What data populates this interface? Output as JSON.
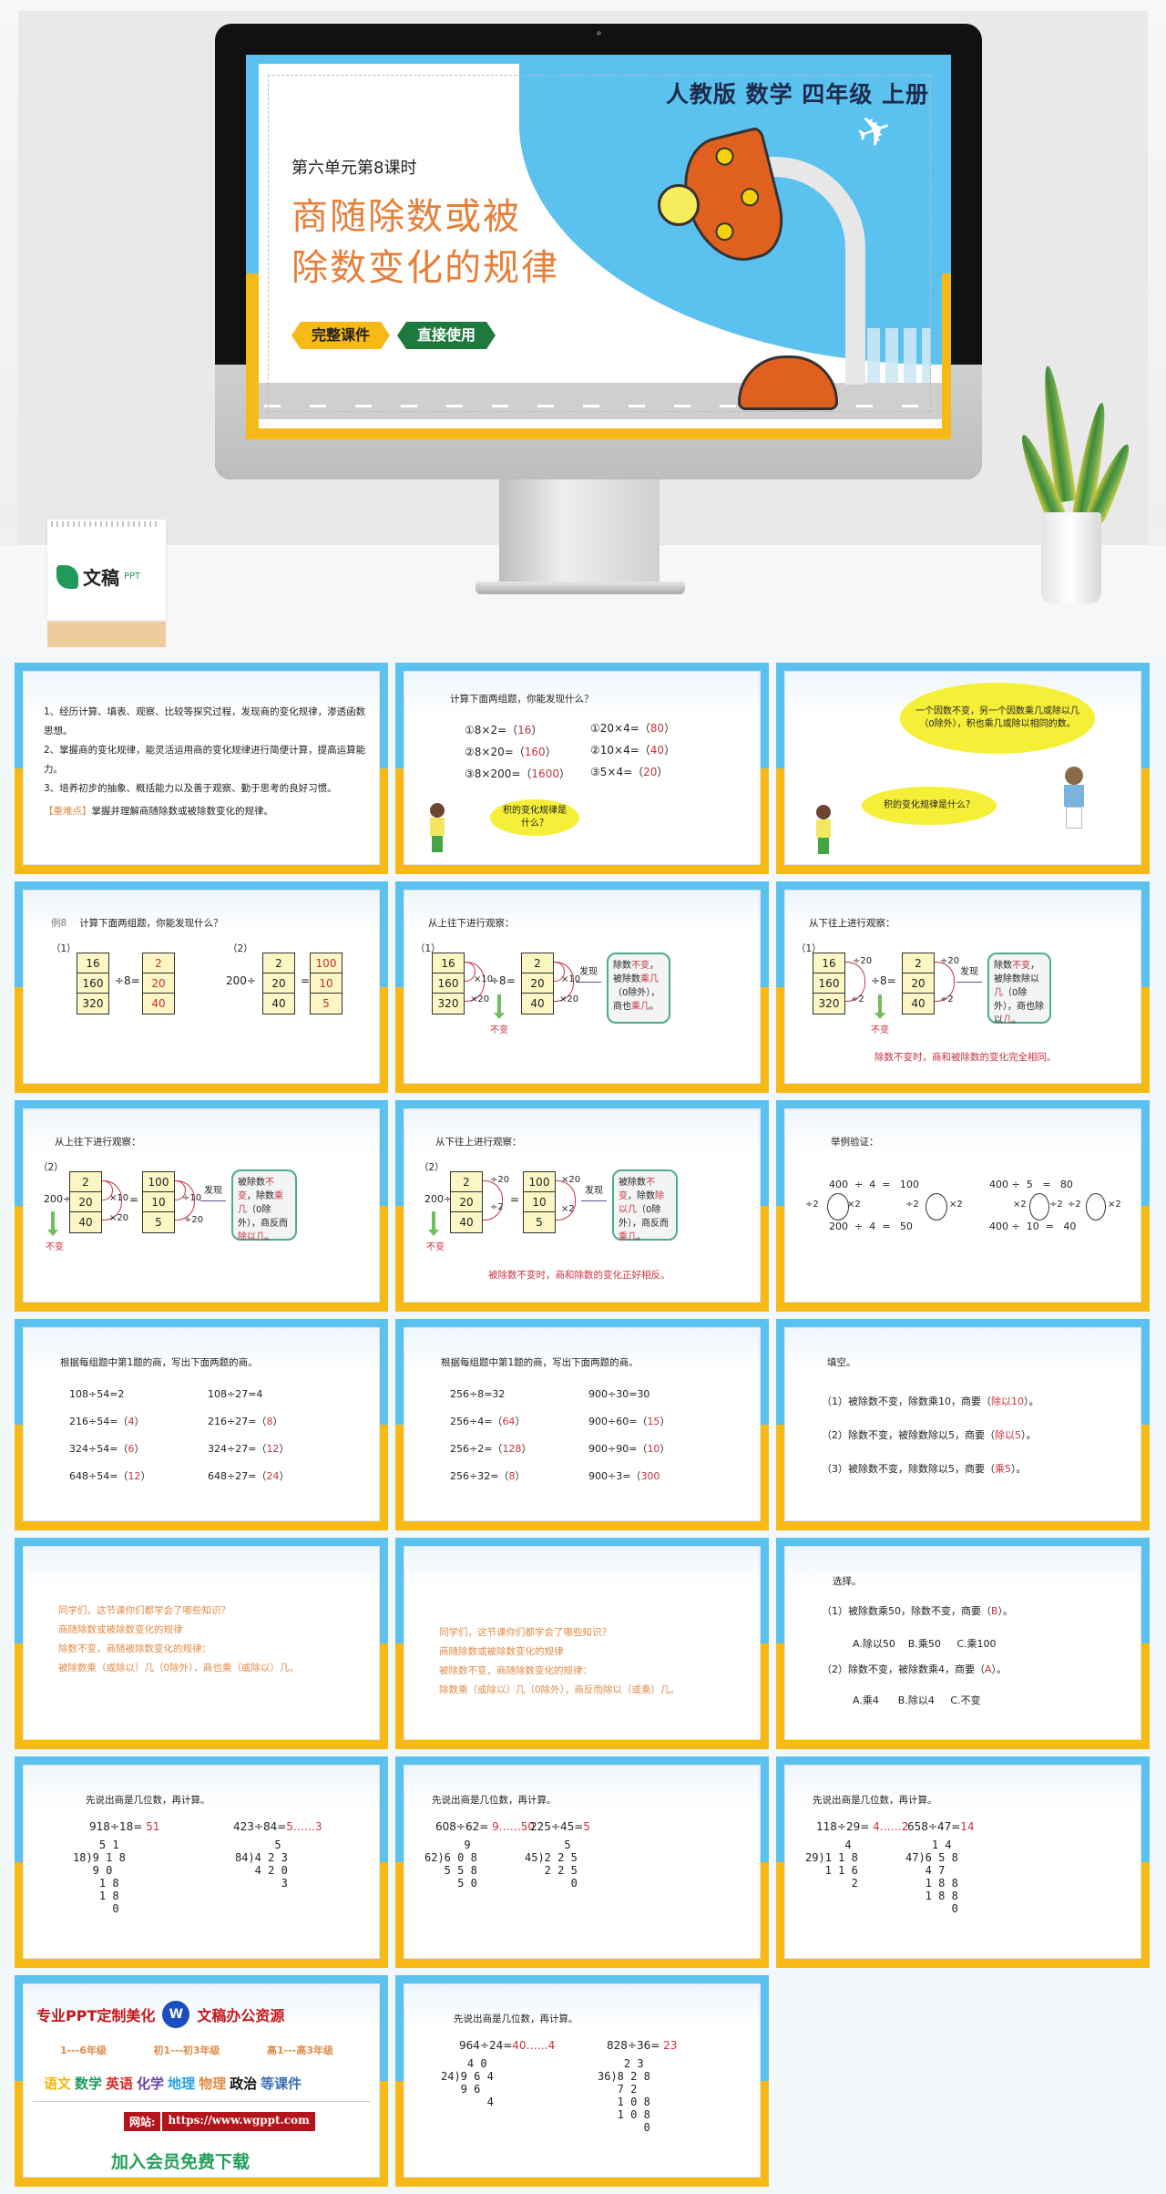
{
  "hero": {
    "edition": "人教版  数学  四年级  上册",
    "unit": "第六单元第8课时",
    "title_line1": "商随除数或被",
    "title_line2": "除数变化的规律",
    "button_full": "完整课件",
    "button_direct": "直接使用",
    "calendar_brand": "文稿",
    "calendar_brand_suffix": "PPT",
    "colors": {
      "sky": "#5bc1ee",
      "yellow": "#f7b916",
      "title_orange": "#e57f39",
      "green": "#1d7a3c"
    }
  },
  "slides": {
    "objectives": {
      "items": [
        "1、经历计算、填表、观察、比较等探究过程，发现商的变化规律，渗透函数思想。",
        "2、掌握商的变化规律，能灵活运用商的变化规律进行简便计算，提高运算能力。",
        "3、培养初步的抽象、概括能力以及善于观察、勤于思考的良好习惯。"
      ],
      "key_label": "【重难点】",
      "key_text": "掌握并理解商随除数或被除数变化的规律。"
    },
    "review": {
      "prompt": "计算下面两组题，你能发现什么？",
      "left": [
        {
          "expr": "①8×2=（",
          "ans": "16",
          "close": "）"
        },
        {
          "expr": "②8×20=（",
          "ans": "160",
          "close": "）"
        },
        {
          "expr": "③8×200=（",
          "ans": "1600",
          "close": "）"
        }
      ],
      "right": [
        {
          "expr": "①20×4=（",
          "ans": "80",
          "close": "）"
        },
        {
          "expr": "②10×4=（",
          "ans": "40",
          "close": "）"
        },
        {
          "expr": "③5×4=（",
          "ans": "20",
          "close": "）"
        }
      ],
      "bubble": "积的变化规律是什么？"
    },
    "rule": {
      "boy_bubble": "一个因数不变，另一个因数乘几或除以几（0除外），积也乘几或除以相同的数。",
      "girl_bubble": "积的变化规律是什么？"
    },
    "example8": {
      "label": "例8",
      "prompt": "计算下面两组题，你能发现什么？",
      "group1_label": "（1）",
      "group1_dividends": [
        "16",
        "160",
        "320"
      ],
      "group1_op": "÷8=",
      "group1_quotients": [
        "2",
        "20",
        "40"
      ],
      "group2_label": "（2）",
      "group2_op": "200÷",
      "group2_divisors": [
        "2",
        "20",
        "40"
      ],
      "group2_eq": "=",
      "group2_quotients": [
        "100",
        "10",
        "5"
      ]
    },
    "observe1_down": {
      "heading": "从上往下进行观察：",
      "label": "（1）",
      "left": [
        "16",
        "160",
        "320"
      ],
      "op": "÷8=",
      "right": [
        "2",
        "20",
        "40"
      ],
      "left_ops": [
        "×10",
        "×20"
      ],
      "right_ops": [
        "×10",
        "×20"
      ],
      "unchanged": "不变",
      "find": "发现",
      "conclusion_parts": [
        "除数",
        "不变",
        "，被除数",
        "乘几",
        "（0除外），商也",
        "乘几",
        "。"
      ]
    },
    "observe1_up": {
      "heading": "从下往上进行观察：",
      "label": "（1）",
      "left": [
        "16",
        "160",
        "320"
      ],
      "op": "÷8=",
      "right": [
        "2",
        "20",
        "40"
      ],
      "left_ops": [
        "÷20",
        "÷2"
      ],
      "right_ops": [
        "÷20",
        "÷2"
      ],
      "unchanged": "不变",
      "find": "发现",
      "conclusion_parts": [
        "除数",
        "不变",
        "，被除数除以",
        "几",
        "（0除外），商也除以",
        "几",
        "。"
      ],
      "summary": "除数不变时，商和被除数的变化完全相同。"
    },
    "observe2_down": {
      "heading": "从上往下进行观察：",
      "label": "（2）",
      "prefix": "200÷",
      "left": [
        "2",
        "20",
        "40"
      ],
      "eq": "=",
      "right": [
        "100",
        "10",
        "5"
      ],
      "left_ops": [
        "×10",
        "×20"
      ],
      "right_ops": [
        "÷10",
        "÷20"
      ],
      "unchanged": "不变",
      "find": "发现",
      "conclusion_parts": [
        "被除数",
        "不变",
        "，除数",
        "乘几",
        "（0除外），商反而",
        "除以几",
        "。"
      ]
    },
    "observe2_up": {
      "heading": "从下往上进行观察：",
      "label": "（2）",
      "prefix": "200÷",
      "left": [
        "2",
        "20",
        "40"
      ],
      "eq": "=",
      "right": [
        "100",
        "10",
        "5"
      ],
      "left_ops": [
        "÷20",
        "÷2"
      ],
      "right_ops": [
        "×20",
        "×2"
      ],
      "unchanged": "不变",
      "find": "发现",
      "conclusion_parts": [
        "被除数",
        "不变",
        "，除数",
        "除以几",
        "（0除外），商反而",
        "乘几",
        "。"
      ],
      "summary": "被除数不变时，商和除数的变化正好相反。"
    },
    "verify": {
      "heading": "举例验证：",
      "left_top": "400  ÷  4  =   100",
      "left_bottom": "200  ÷  4  =   50",
      "left_ops": [
        "÷2",
        "×2",
        "÷2",
        "×2"
      ],
      "right_top": "400 ÷  5   =   80",
      "right_bottom": "400 ÷  10  =   40",
      "right_ops": [
        "×2",
        "÷2",
        "÷2",
        "×2"
      ]
    },
    "practice1": {
      "prompt": "根据每组题中第1题的商，写出下面两题的商。",
      "rows": [
        {
          "l": "108÷54=2",
          "la": "",
          "r": "108÷27=4",
          "ra": ""
        },
        {
          "l": "216÷54=（",
          "la": "4",
          "r": "216÷27=（",
          "ra": "8"
        },
        {
          "l": "324÷54=（",
          "la": "6",
          "r": "324÷27=（",
          "ra": "12"
        },
        {
          "l": "648÷54=（",
          "la": "12",
          "r": "648÷27=（",
          "ra": "24"
        }
      ]
    },
    "practice2": {
      "prompt": "根据每组题中第1题的商，写出下面两题的商。",
      "rows": [
        {
          "l": "256÷8=32",
          "la": "",
          "r": "900÷30=30",
          "ra": ""
        },
        {
          "l": "256÷4=（",
          "la": "64",
          "r": "900÷60=（",
          "ra": "15"
        },
        {
          "l": "256÷2=（",
          "la": "128",
          "r": "900÷90=（",
          "ra": "10"
        },
        {
          "l": "256÷32=（",
          "la": "8",
          "r": "900÷3=（",
          "ra": "300"
        }
      ]
    },
    "fill": {
      "heading": "填空。",
      "items": [
        {
          "q": "（1）被除数不变，除数乘10，商要（",
          "a": "除以10",
          "end": "）。"
        },
        {
          "q": "（2）除数不变，被除数除以5，商要（",
          "a": "除以5",
          "end": "）。"
        },
        {
          "q": "（3）被除数不变，除数除以5，商要（",
          "a": "乘5",
          "end": "）。"
        }
      ]
    },
    "summary1": {
      "lines": [
        "同学们，这节课你们都学会了哪些知识？",
        "商随除数或被除数变化的规律",
        "除数不变，商随被除数变化的规律：",
        "被除数乘（或除以）几（0除外），商也乘（或除以）几。"
      ]
    },
    "summary2": {
      "lines": [
        "同学们，这节课你们都学会了哪些知识？",
        "商随除数或被除数变化的规律",
        "被除数不变，商随除数变化的规律：",
        "除数乘（或除以）几（0除外），商反而除以（或乘）几。"
      ]
    },
    "choose": {
      "heading": "选择。",
      "q1": "（1）被除数乘50，除数不变，商要（",
      "a1": "B",
      "end1": "）。",
      "opts1": "A.除以50    B.乘50     C.乘100",
      "q2": "（2）除数不变，被除数乘4，商要（",
      "a2": "A",
      "end2": "）。",
      "opts2": "A.乘4      B.除以4     C.不变"
    },
    "calc_prompt": "先说出商是几位数，再计算。",
    "calc1": {
      "a_expr": "918÷18=",
      "a_ans": "51",
      "a_work": "    5 1\n18)9 1 8\n   9 0\n    1 8\n    1 8\n      0",
      "b_expr": "423÷84=",
      "b_ans": "5……3",
      "b_work": "      5\n84)4 2 3\n   4 2 0\n       3"
    },
    "calc2": {
      "a_expr": "608÷62=",
      "a_ans": "9……50",
      "a_work": "      9\n62)6 0 8\n   5 5 8\n     5 0",
      "b_expr": "225÷45=",
      "b_ans": "5",
      "b_work": "      5\n45)2 2 5\n   2 2 5\n       0"
    },
    "calc3": {
      "a_expr": "118÷29=",
      "a_ans": "4……2",
      "a_work": "      4\n29)1 1 8\n   1 1 6\n       2",
      "b_expr": "658÷47=",
      "b_ans": "14",
      "b_work": "    1 4\n47)6 5 8\n   4 7\n   1 8 8\n   1 8 8\n       0"
    },
    "calc4": {
      "a_expr": "964÷24=",
      "a_ans": "40……4",
      "a_work": "    4 0\n24)9 6 4\n   9 6\n       4",
      "b_expr": "828÷36=",
      "b_ans": "23",
      "b_work": "    2 3\n36)8 2 8\n   7 2\n   1 0 8\n   1 0 8\n       0"
    },
    "ad": {
      "left_title": "专业PPT定制美化",
      "logo_text": "W",
      "right_title": "文稿办公资源",
      "grades": [
        "1---6年级",
        "初1---初3年级",
        "高1---高3年级"
      ],
      "subjects": [
        {
          "name": "语文",
          "color": "#f2b705"
        },
        {
          "name": "数学",
          "color": "#1f9a5b"
        },
        {
          "name": "英语",
          "color": "#d62a2a"
        },
        {
          "name": "化学",
          "color": "#6b3fa0"
        },
        {
          "name": "地理",
          "color": "#29a3d8"
        },
        {
          "name": "物理",
          "color": "#e28a45"
        },
        {
          "name": "政治",
          "color": "#111111"
        },
        {
          "name": "等课件",
          "color": "#3a6fb5"
        }
      ],
      "site_label": "网站:",
      "site_url": "https://www.wgppt.com",
      "join": "加入会员免费下载"
    }
  }
}
